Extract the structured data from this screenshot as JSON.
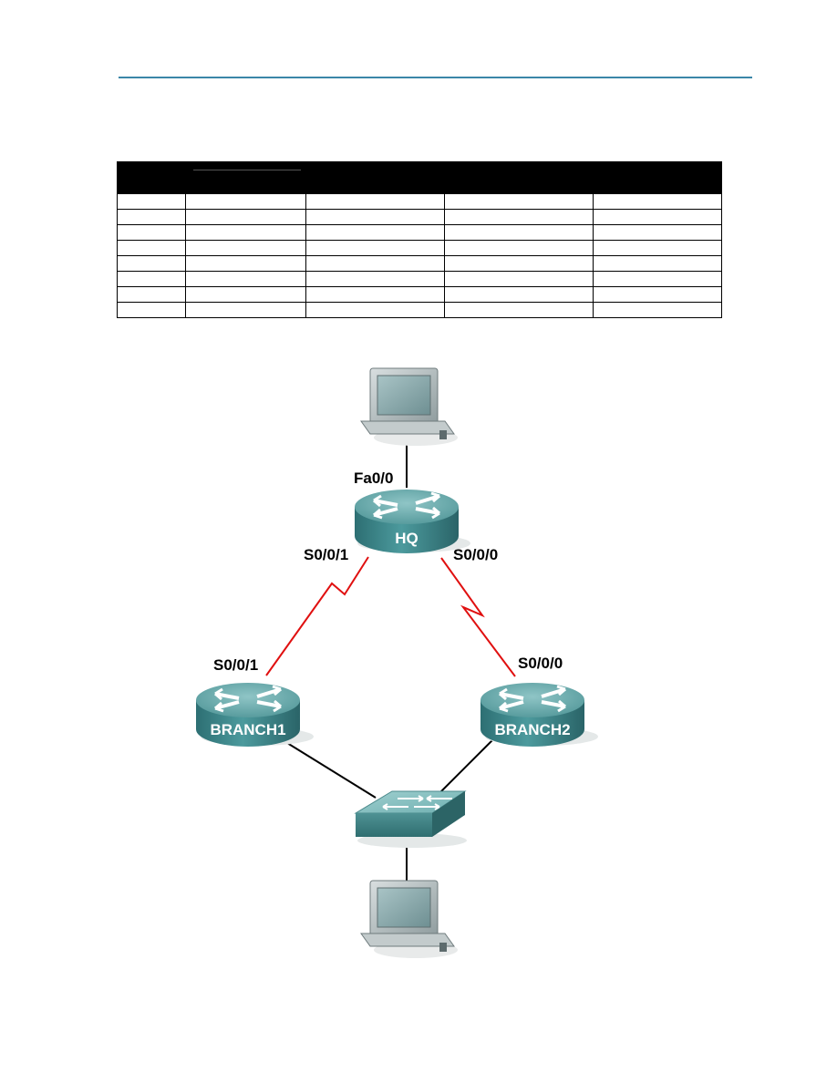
{
  "addressing_table": {
    "column_count": 5,
    "row_count": 8
  },
  "topology": {
    "devices": [
      {
        "id": "pc-top",
        "type": "pc",
        "label": ""
      },
      {
        "id": "hq",
        "type": "router",
        "label": "HQ"
      },
      {
        "id": "branch1",
        "type": "router",
        "label": "BRANCH1"
      },
      {
        "id": "branch2",
        "type": "router",
        "label": "BRANCH2"
      },
      {
        "id": "switch",
        "type": "switch",
        "label": ""
      },
      {
        "id": "pc-bottom",
        "type": "pc",
        "label": ""
      }
    ],
    "interfaces": {
      "hq_fa": "Fa0/0",
      "hq_s001": "S0/0/1",
      "hq_s000": "S0/0/0",
      "branch1_s001": "S0/0/1",
      "branch2_s000": "S0/0/0"
    },
    "links": [
      {
        "from": "pc-top",
        "to": "hq",
        "kind": "ethernet"
      },
      {
        "from": "hq",
        "to": "branch1",
        "kind": "serial"
      },
      {
        "from": "hq",
        "to": "branch2",
        "kind": "serial"
      },
      {
        "from": "branch1",
        "to": "switch",
        "kind": "ethernet"
      },
      {
        "from": "branch2",
        "to": "switch",
        "kind": "ethernet"
      },
      {
        "from": "switch",
        "to": "pc-bottom",
        "kind": "ethernet"
      }
    ],
    "colors": {
      "serial": "#e01010",
      "ethernet": "#000000",
      "device": "#3e8a8e"
    }
  }
}
